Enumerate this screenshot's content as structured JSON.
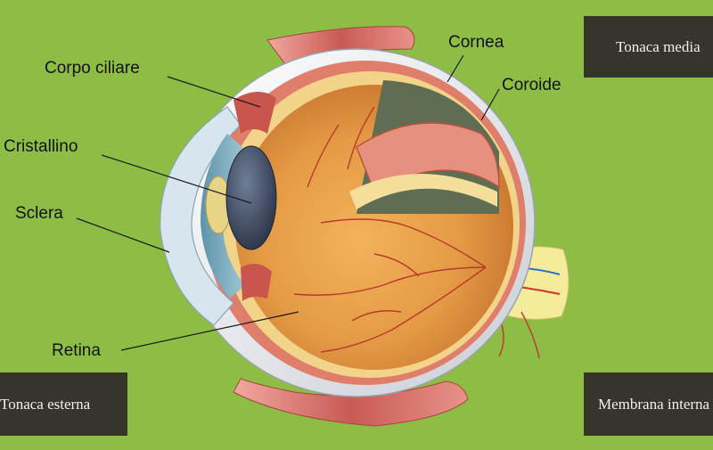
{
  "labels": {
    "cornea": "Cornea",
    "coroide": "Coroide",
    "corpo_ciliare": "Corpo ciliare",
    "cristallino": "Cristallino",
    "sclera": "Sclera",
    "retina": "Retina"
  },
  "boxes": {
    "tonaca_media": "Tonaca media",
    "tonaca_esterna": "Tonaca esterna",
    "membrana_interna": "Membrana interna"
  },
  "colors": {
    "background": "#8ebd45",
    "box_background": "#35352b",
    "box_text": "#f2f2ea"
  }
}
